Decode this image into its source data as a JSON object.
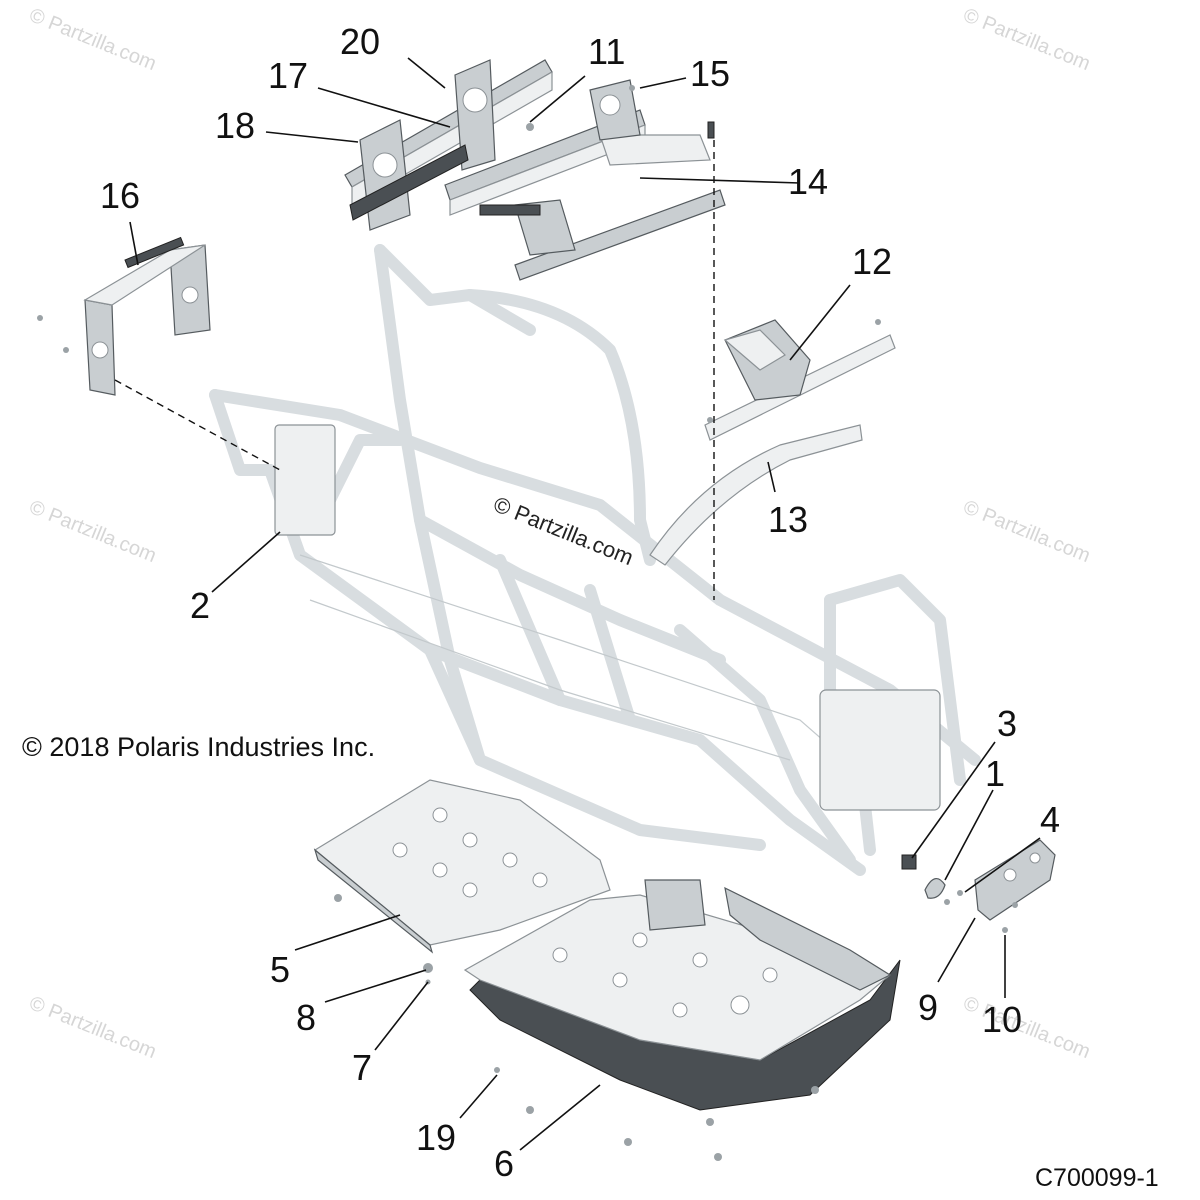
{
  "copyright": "© 2018 Polaris Industries Inc.",
  "center_watermark": "© Partzilla.com",
  "corner_watermark": "© Partzilla.com",
  "figure_id": "C700099-1",
  "callouts": [
    "1",
    "2",
    "3",
    "4",
    "5",
    "6",
    "7",
    "8",
    "9",
    "10",
    "11",
    "12",
    "13",
    "14",
    "15",
    "16",
    "17",
    "18",
    "19",
    "20"
  ],
  "colors": {
    "ink": "#111111",
    "frame": "#d8dde0",
    "part_light": "#eef0f1",
    "part_mid": "#c9ced1",
    "part_dark": "#4a4f53",
    "watermark": "#d6d6d6"
  }
}
